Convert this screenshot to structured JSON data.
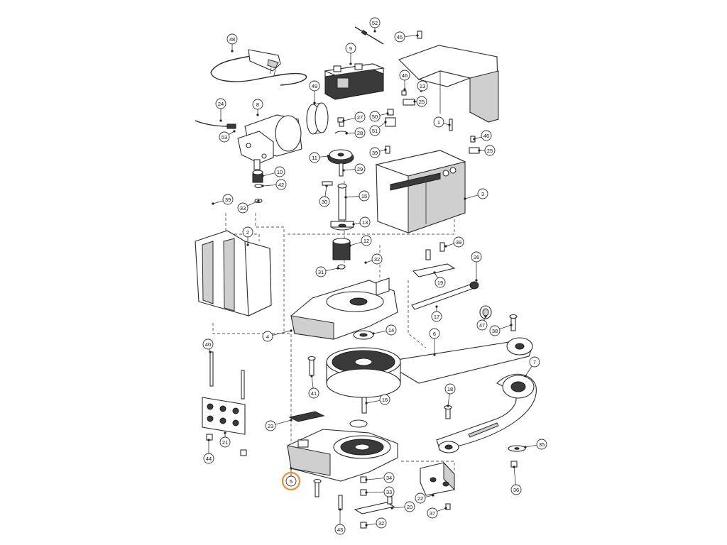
{
  "highlight_color": "#ef8c2c",
  "callouts": [
    {
      "label": "52"
    },
    {
      "label": "45"
    },
    {
      "label": "48"
    },
    {
      "label": "9"
    },
    {
      "label": "46"
    },
    {
      "label": "49"
    },
    {
      "label": "13"
    },
    {
      "label": "25"
    },
    {
      "label": "24"
    },
    {
      "label": "8"
    },
    {
      "label": "50"
    },
    {
      "label": "27"
    },
    {
      "label": "53"
    },
    {
      "label": "51"
    },
    {
      "label": "28"
    },
    {
      "label": "1"
    },
    {
      "label": "46"
    },
    {
      "label": "39"
    },
    {
      "label": "25"
    },
    {
      "label": "11"
    },
    {
      "label": "29"
    },
    {
      "label": "10"
    },
    {
      "label": "42"
    },
    {
      "label": "39"
    },
    {
      "label": "15"
    },
    {
      "label": "33"
    },
    {
      "label": "30"
    },
    {
      "label": "3"
    },
    {
      "label": "13"
    },
    {
      "label": "2"
    },
    {
      "label": "12"
    },
    {
      "label": "39"
    },
    {
      "label": "32"
    },
    {
      "label": "26"
    },
    {
      "label": "31"
    },
    {
      "label": "19"
    },
    {
      "label": "17"
    },
    {
      "label": "47"
    },
    {
      "label": "38"
    },
    {
      "label": "4"
    },
    {
      "label": "14"
    },
    {
      "label": "6"
    },
    {
      "label": "40"
    },
    {
      "label": "7"
    },
    {
      "label": "41"
    },
    {
      "label": "18"
    },
    {
      "label": "16"
    },
    {
      "label": "23"
    },
    {
      "label": "21"
    },
    {
      "label": "35"
    },
    {
      "label": "44"
    },
    {
      "label": "36"
    },
    {
      "label": "5"
    },
    {
      "label": "34"
    },
    {
      "label": "33"
    },
    {
      "label": "22"
    },
    {
      "label": "20"
    },
    {
      "label": "37"
    },
    {
      "label": "43"
    },
    {
      "label": "32"
    }
  ],
  "highlighted_label": "5"
}
